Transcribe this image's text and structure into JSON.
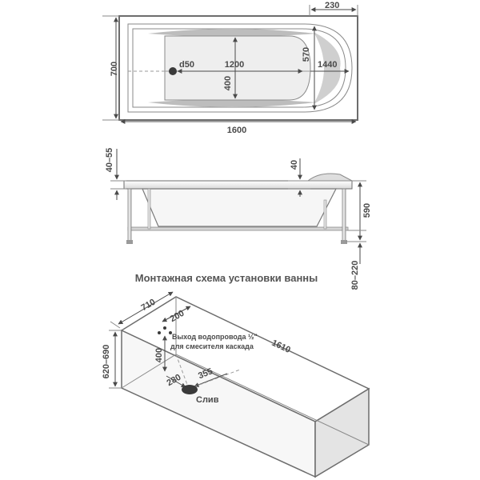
{
  "top_view": {
    "dim_length": "1600",
    "dim_width": "700",
    "dim_inner_length": "1200",
    "dim_inner_width": "400",
    "dim_inner_total_length": "1440",
    "dim_inner_total_width": "570",
    "dim_headrest": "230",
    "dim_drain": "d50"
  },
  "side_view": {
    "dim_rim": "40–55",
    "dim_rim_thickness": "40",
    "dim_height": "590",
    "dim_legs": "80–220"
  },
  "caption": "Монтажная схема установки ванны",
  "install_view": {
    "dim_depth": "710",
    "dim_length": "1610",
    "dim_height": "620–690",
    "dim_pipe_offset": "200",
    "dim_pipe_height": "400",
    "dim_drain_x": "280",
    "dim_drain_y": "355",
    "note_line1": "Выход водопровода ½\"",
    "note_line2": "для смесителя каскада",
    "drain_label": "Слив"
  },
  "colors": {
    "line": "#6d6d6d",
    "text": "#4a4a4a",
    "fill_gray": "#cfcfcf",
    "drain": "#3a3a3a"
  }
}
